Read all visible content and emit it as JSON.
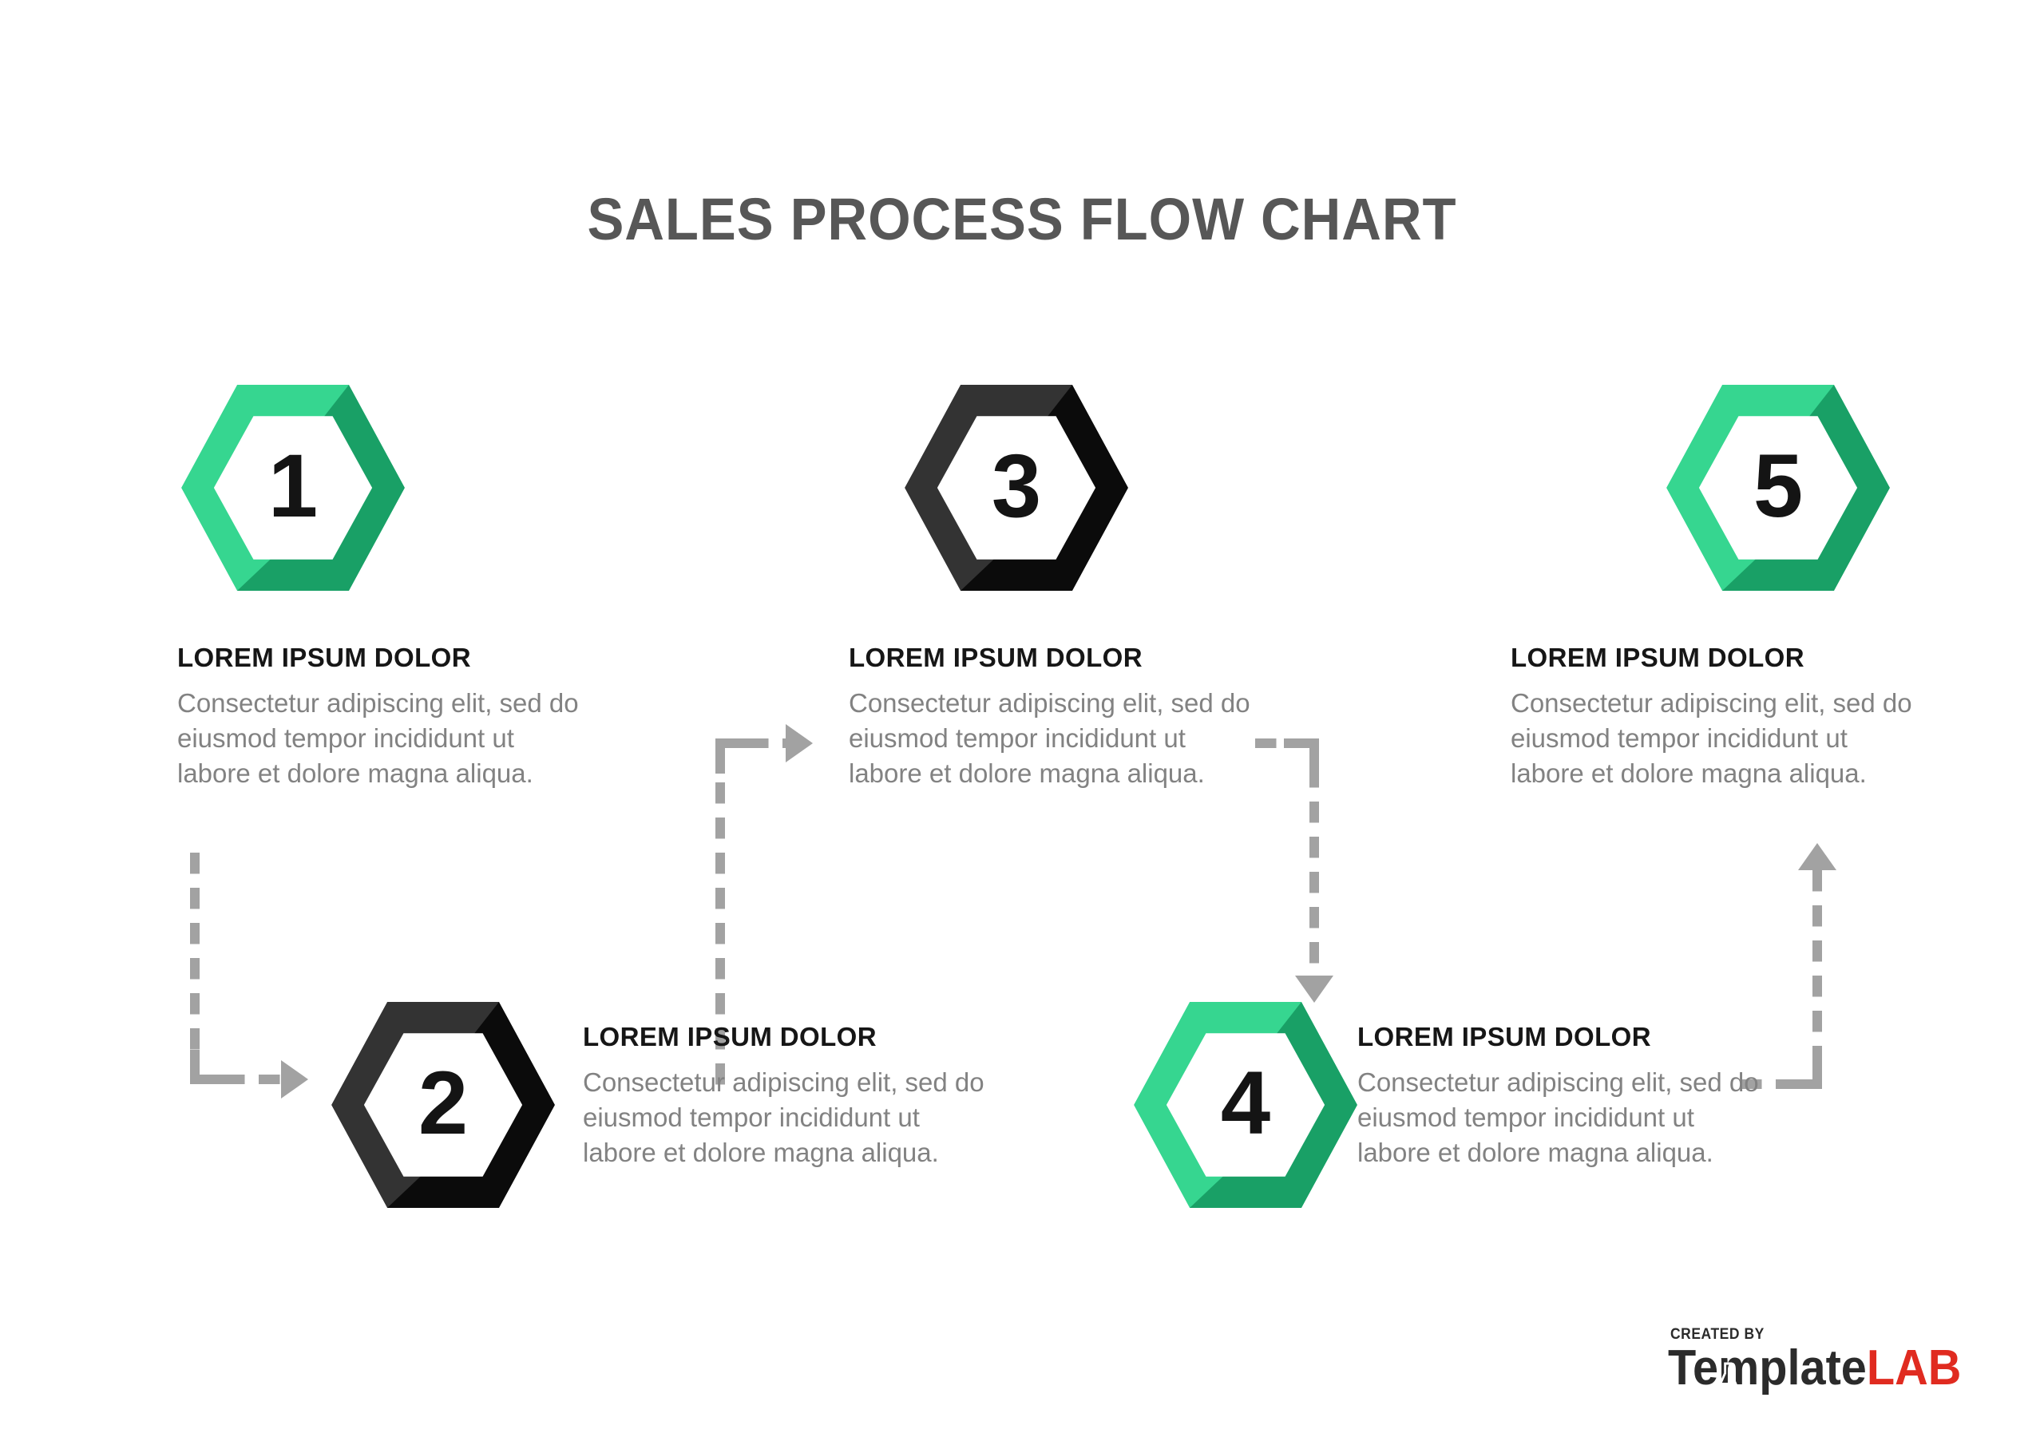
{
  "title": "SALES PROCESS FLOW CHART",
  "colors": {
    "green_light": "#36d690",
    "green_dark": "#19a066",
    "black_light": "#333333",
    "black_dark": "#0b0b0b",
    "connector": "#a2a2a2",
    "title": "#575757",
    "heading": "#161616",
    "body": "#828282",
    "logo_red": "#e02b20",
    "background": "#ffffff"
  },
  "chart_data": {
    "type": "diagram",
    "title": "SALES PROCESS FLOW CHART",
    "layout": "zig-zag hexagon process flow, 5 steps, two rows",
    "steps": [
      {
        "number": "1",
        "color": "green",
        "row": "top",
        "heading": "LOREM IPSUM DOLOR",
        "body": "Consectetur adipiscing elit, sed do eiusmod tempor incididunt ut labore et dolore magna aliqua."
      },
      {
        "number": "2",
        "color": "black",
        "row": "bottom",
        "heading": "LOREM IPSUM DOLOR",
        "body": "Consectetur adipiscing elit, sed do eiusmod tempor incididunt ut labore et dolore magna aliqua."
      },
      {
        "number": "3",
        "color": "black",
        "row": "top",
        "heading": "LOREM IPSUM DOLOR",
        "body": "Consectetur adipiscing elit, sed do eiusmod tempor incididunt ut labore et dolore magna aliqua."
      },
      {
        "number": "4",
        "color": "green",
        "row": "bottom",
        "heading": "LOREM IPSUM DOLOR",
        "body": "Consectetur adipiscing elit, sed do eiusmod tempor incididunt ut labore et dolore magna aliqua."
      },
      {
        "number": "5",
        "color": "green",
        "row": "top",
        "heading": "LOREM IPSUM DOLOR",
        "body": "Consectetur adipiscing elit, sed do eiusmod tempor incididunt ut labore et dolore magna aliqua."
      }
    ],
    "connectors": [
      {
        "from": "1",
        "to": "2",
        "style": "dashed",
        "path": "down-then-right",
        "arrow": "right"
      },
      {
        "from": "2",
        "to": "3",
        "style": "dashed",
        "path": "up-then-right",
        "arrow": "right"
      },
      {
        "from": "3",
        "to": "4",
        "style": "dashed",
        "path": "right-then-down",
        "arrow": "down"
      },
      {
        "from": "4",
        "to": "5",
        "style": "dashed",
        "path": "right-then-up",
        "arrow": "up"
      }
    ]
  },
  "logo": {
    "created_by": "CREATED BY",
    "name_dark": "Template",
    "name_red": "LAB"
  }
}
